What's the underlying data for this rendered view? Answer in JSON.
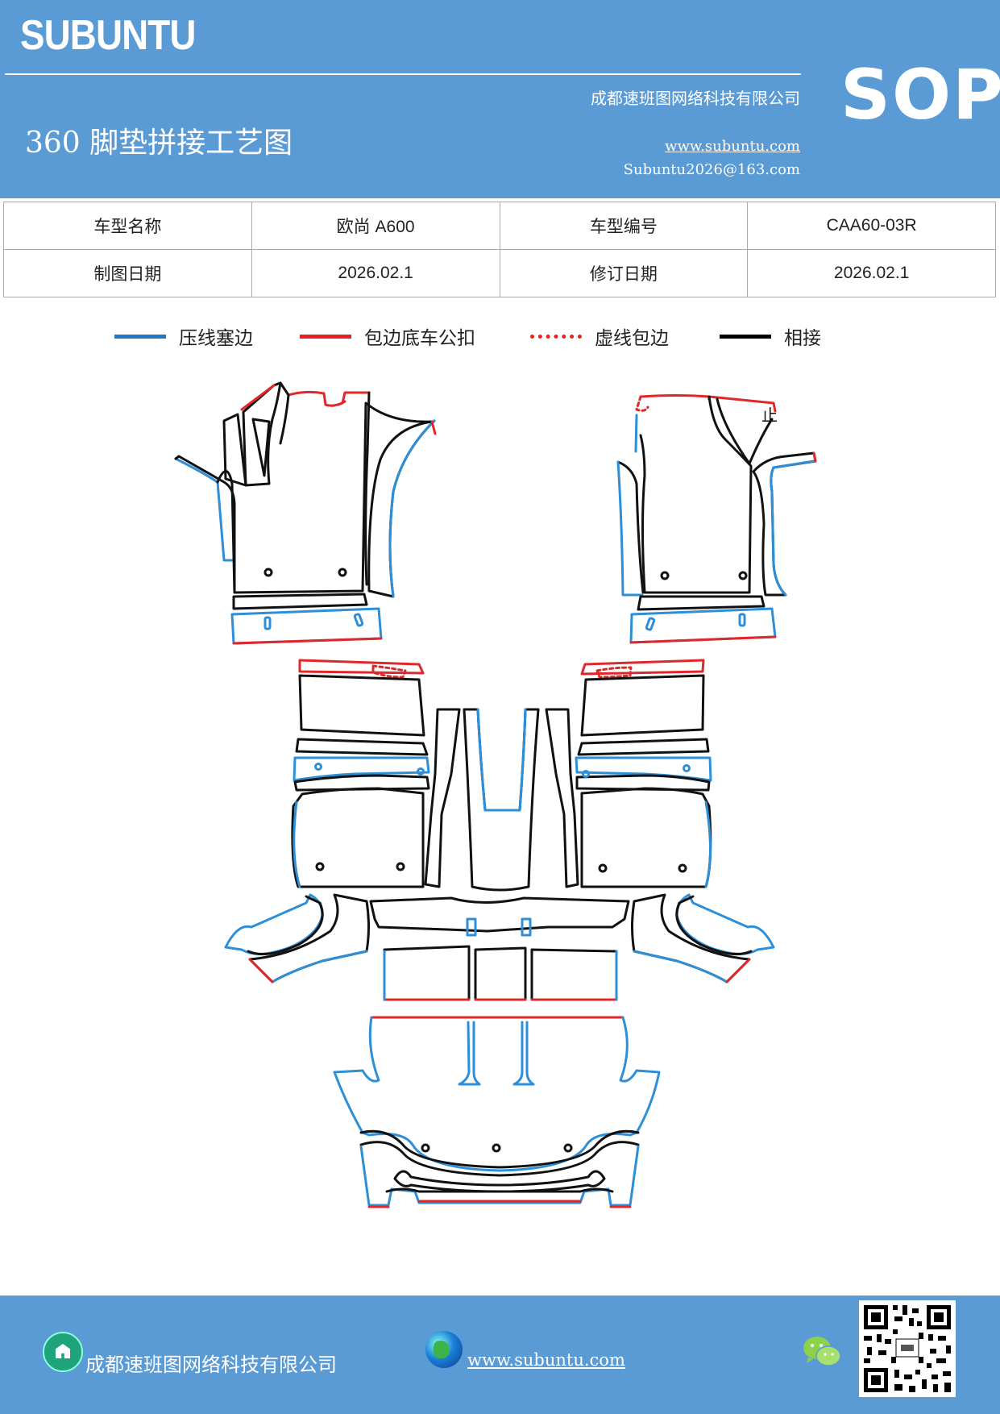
{
  "header": {
    "brand": "SUBUNTU",
    "title": "360 脚垫拼接工艺图",
    "company": "成都速班图网络科技有限公司",
    "website": "www.subuntu.com",
    "email": "Subuntu2026@163.com",
    "badge": "SOP"
  },
  "info_table": {
    "model_name_label": "车型名称",
    "model_name_value": "欧尚 A600",
    "model_code_label": "车型编号",
    "model_code_value": "CAA60-03R",
    "draw_date_label": "制图日期",
    "draw_date_value": "2026.02.1",
    "revise_date_label": "修订日期",
    "revise_date_value": "2026.02.1"
  },
  "legend": [
    {
      "label": "压线塞边",
      "color": "#1f77c8",
      "style": "solid"
    },
    {
      "label": "包边底车公扣",
      "color": "#e8201f",
      "style": "solid"
    },
    {
      "label": "虚线包边",
      "color": "#e8201f",
      "style": "dotted"
    },
    {
      "label": "相接",
      "color": "#000000",
      "style": "solid"
    }
  ],
  "drawing": {
    "marker": "止",
    "colors": {
      "blue": "#2d8fd8",
      "red": "#e0282a",
      "black": "#111111"
    }
  },
  "footer": {
    "company": "成都速班图网络科技有限公司",
    "website": "www.subuntu.com"
  }
}
